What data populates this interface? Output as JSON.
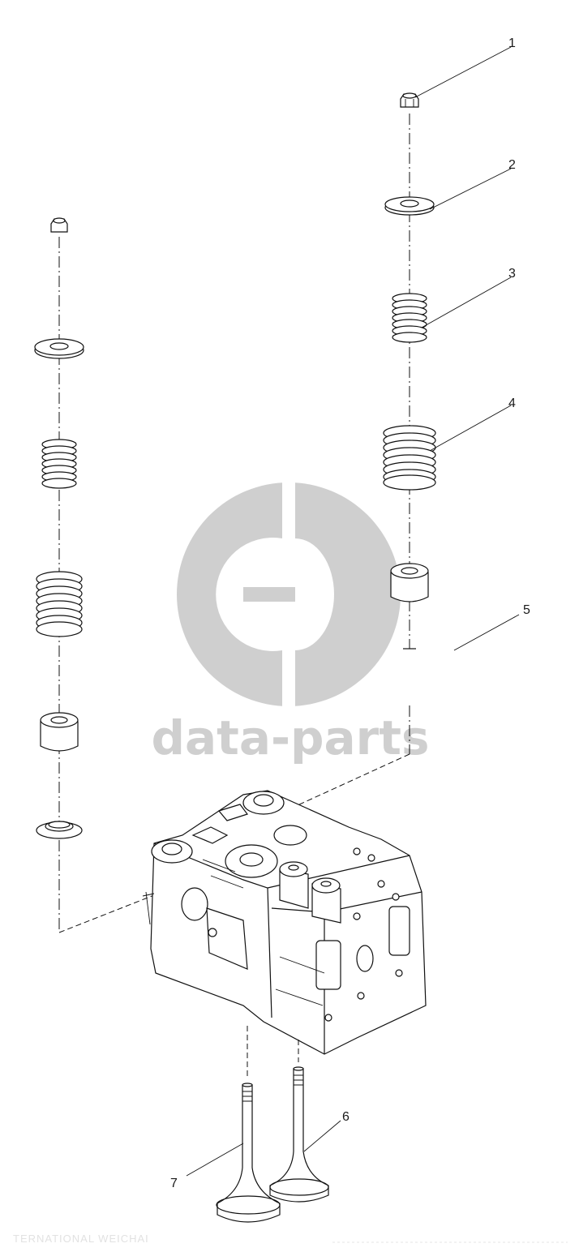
{
  "callouts": {
    "c1": "1",
    "c2": "2",
    "c3": "3",
    "c4": "4",
    "c5": "5",
    "c6": "6",
    "c7": "7"
  },
  "watermark": {
    "brand": "data-parts",
    "icon": "data-parts-logo-icon",
    "color": "#cfcfcf"
  },
  "footer": {
    "text": "TERNATIONAL WEICHAI"
  }
}
